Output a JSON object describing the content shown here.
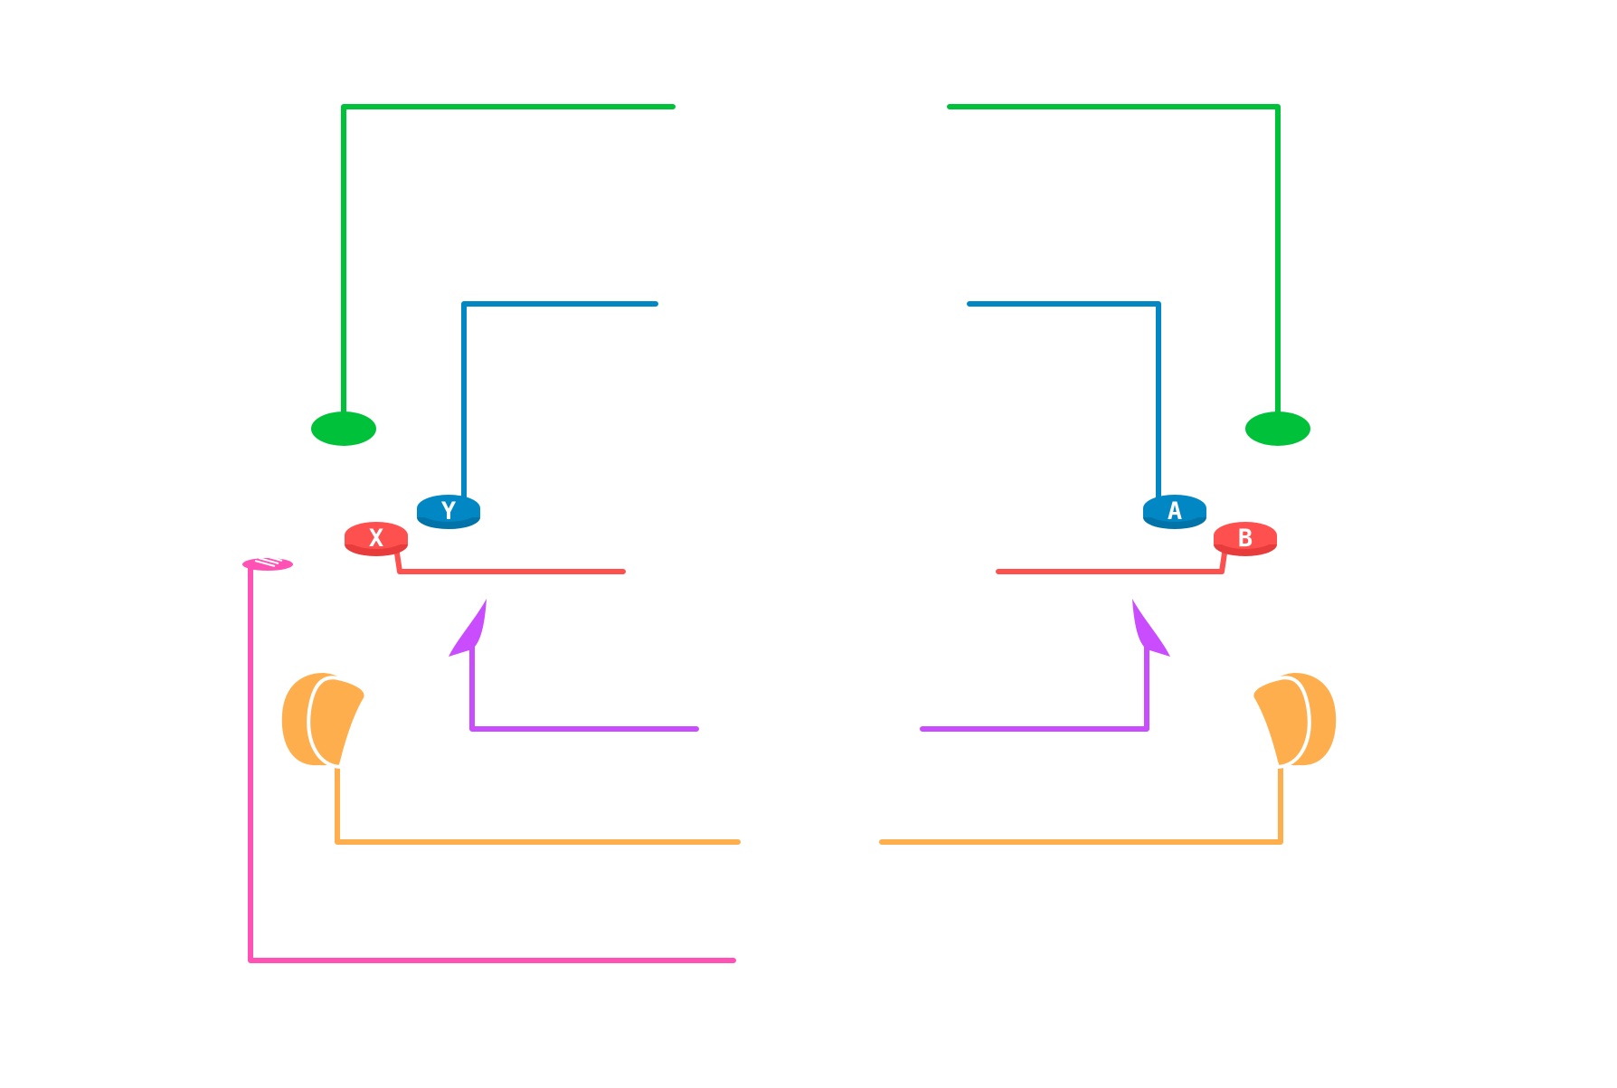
{
  "diagram": {
    "type": "controller-button-map",
    "colors": {
      "green": "#00c23a",
      "blue": "#0287c5",
      "red": "#ff5050",
      "purple": "#c94cff",
      "orange": "#ffae4e",
      "pink": "#ff52b4",
      "background": "#ffffff"
    },
    "buttons": {
      "x": {
        "letter": "X",
        "color": "#ff5050"
      },
      "y": {
        "letter": "Y",
        "color": "#0287c5"
      },
      "a": {
        "letter": "A",
        "color": "#0287c5"
      },
      "b": {
        "letter": "B",
        "color": "#ff5050"
      }
    },
    "icons": {
      "left_bumper": "green-bumper-icon",
      "right_bumper": "green-bumper-icon",
      "left_trigger": "orange-trigger-icon",
      "right_trigger": "orange-trigger-icon",
      "left_stick": "purple-stick-arrow-icon",
      "right_stick": "purple-stick-arrow-icon",
      "menu": "pink-menu-button-icon"
    }
  }
}
